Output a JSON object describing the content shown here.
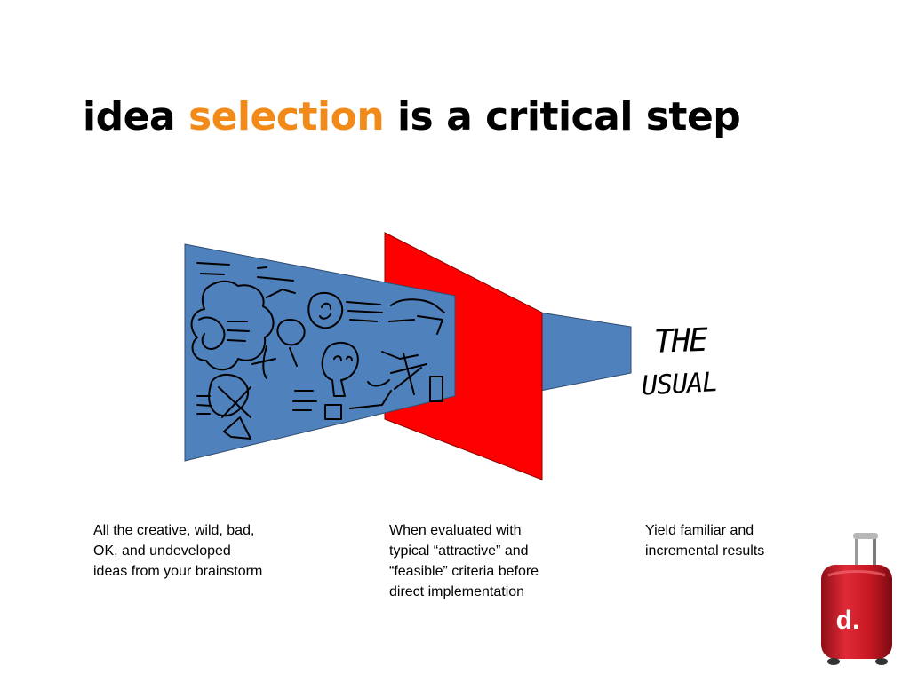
{
  "slide": {
    "title": {
      "part1": "idea ",
      "accent": "selection",
      "part2": " is a critical step"
    },
    "handwritten_label": {
      "line1": "THE",
      "line2": "USUAL"
    },
    "captions": [
      {
        "lines": [
          "All the creative, wild, bad,",
          "OK, and undeveloped",
          "ideas from your brainstorm"
        ]
      },
      {
        "lines": [
          "When evaluated with",
          "typical “attractive” and",
          "“feasible” criteria before",
          "direct implementation"
        ]
      },
      {
        "lines": [
          "Yield familiar and",
          "incremental results"
        ]
      }
    ],
    "logo": {
      "text": "d."
    },
    "colors": {
      "accent": "#f28a1a",
      "funnel_blue": "#4f81bd",
      "filter_red": "#ff0000",
      "logo_red": "#d91a2a"
    }
  }
}
